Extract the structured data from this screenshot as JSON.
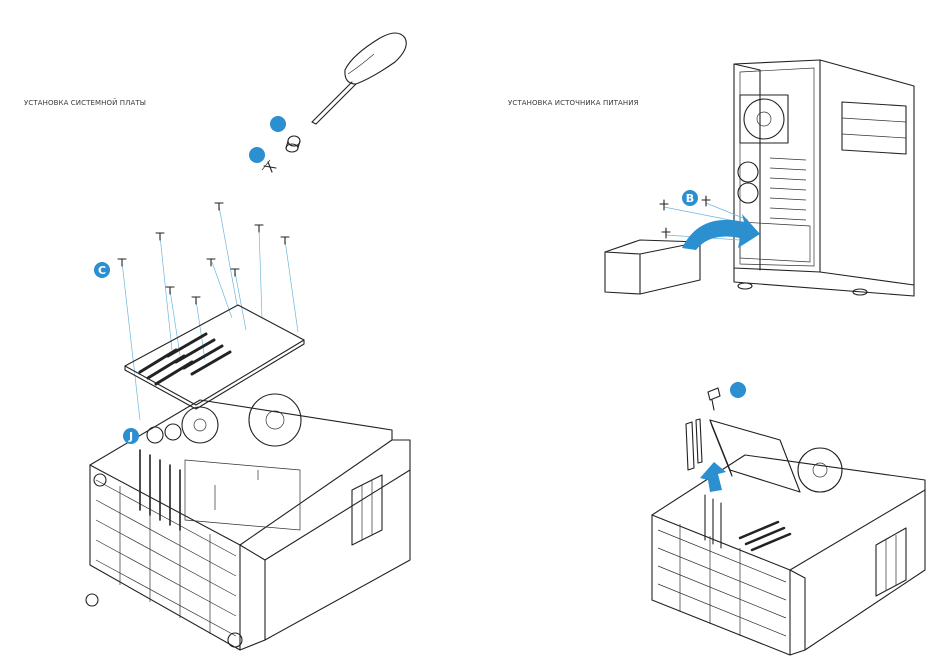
{
  "left_panel": {
    "heading": "УСТАНОВКА СИСТЕМНОЙ ПЛАТЫ",
    "badges": [
      "C",
      "J"
    ]
  },
  "right_panel": {
    "heading": "УСТАНОВКА ИСТОЧНИКА ПИТАНИЯ",
    "badges": [
      "B"
    ]
  },
  "colors": {
    "badge": "#2b8fd0",
    "badge_text": "#ffffff",
    "arrow": "#2b8fd0",
    "guide_line": "#6fb6dc",
    "line_art": "#222222"
  }
}
